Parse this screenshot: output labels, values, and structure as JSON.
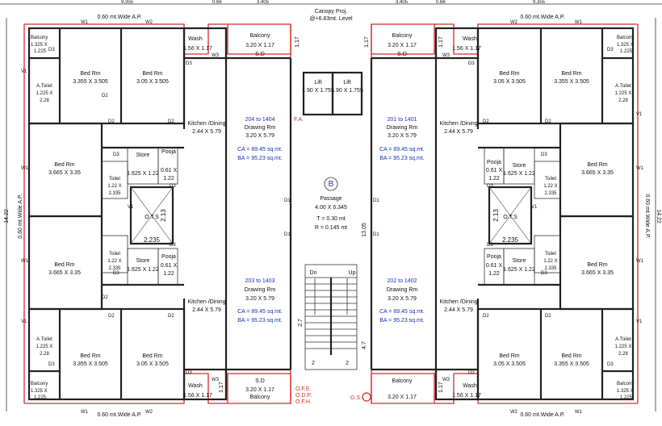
{
  "colors": {
    "wall": "#222222",
    "outline": "#d62a2a",
    "area_text": "#1a2fb0",
    "service_text": "#c0392b"
  },
  "top": {
    "canopy_l1": "Canopy Proj.",
    "canopy_l2": "@+6.83mt. Level",
    "dim_left": "9.355",
    "dim_mid_l": "3.405",
    "dim_mid_r": "3.405",
    "dim_right": "9.355",
    "dim_small_l": "0.66",
    "dim_small_r": "0.66"
  },
  "side": {
    "left_label": "0.60 mt.Wide A.P.",
    "right_label": "0.60 mt.Wide A.P.",
    "height_dim": "14.22"
  },
  "ap_labels": {
    "top_left": "0.60 mt.Wide A.P.",
    "top_right": "0.60 mt.Wide A.P.",
    "bottom_left": "0.60 mt.Wide A.P.",
    "bottom_right": "0.60 mt.Wide A.P."
  },
  "units_tl": {
    "balcony": [
      "Balcony",
      "1.325 X",
      "1.225"
    ],
    "bed1": [
      "Bed Rm",
      "3.355 X 3.505"
    ],
    "bed2": [
      "Bed Rm",
      "3.05 X 3.505"
    ],
    "wash": [
      "Wash",
      "1.56 X 1.17"
    ],
    "atoilet": [
      "A.Toilet",
      "1.225 X",
      "2.28"
    ],
    "kitchen": [
      "Kitchen /Dining",
      "2.44 X 5.79"
    ],
    "bed3": [
      "Bed Rm",
      "3.665 X 3.35"
    ],
    "store": [
      "Store",
      "1.625 X 1.22"
    ],
    "pooja": [
      "Pooja",
      "0.61 X",
      "1.22"
    ],
    "toilet": [
      "Toilet",
      "1.22 X",
      "2.335"
    ]
  },
  "middle": {
    "balcony": [
      "Balcony",
      "3.20 X 1.17"
    ],
    "sd": "S.D",
    "lift": [
      "Lift",
      "1.90 X 1.755"
    ],
    "fa": "F.A.",
    "passage": [
      "Passage",
      "4.00 X 6.345"
    ],
    "circle_letter": "B",
    "thickness": [
      "T = 0.30 mt",
      "R = 0.145 mt"
    ],
    "dn": "Dn",
    "up": "Up",
    "stair_dim": "2.7",
    "stair_w1": "2",
    "stair_w2": "2",
    "stair_side": "4.7",
    "passage_len": "13.05",
    "ofe": [
      "O.F.E.",
      "O.D.P.",
      "O.F.H."
    ],
    "gs": "G.S",
    "balcony_dim_v": "1.17"
  },
  "flats": {
    "tl": {
      "range": "204 to 1404",
      "room": "Drawing Rm",
      "size": "3.20 X 5.79",
      "ca": "CA = 89.45 sq.mt.",
      "ba": "BA = 95.23 sq.mt."
    },
    "tr": {
      "range": "201 to 1401",
      "room": "Drawing Rm",
      "size": "3.20 X 5.79",
      "ca": "CA = 89.45 sq.mt.",
      "ba": "BA = 95.23 sq.mt."
    },
    "bl": {
      "range": "203 to 1403",
      "room": "Drawing Rm",
      "size": "3.20 X 5.79",
      "ca": "CA = 89.45 sq.mt.",
      "ba": "BA = 95.23 sq.mt."
    },
    "br": {
      "range": "202 to 1402",
      "room": "Drawing Rm",
      "size": "3.20 X 5.79",
      "ca": "CA = 89.45 sq.mt.",
      "ba": "BA = 95.23 sq.mt."
    }
  },
  "ots": {
    "label": "O.T.S",
    "w": "2.235",
    "h": "2.13"
  },
  "tags": {
    "w1": "W1",
    "w2": "W2",
    "w3": "W3",
    "d1": "D1",
    "d2": "D2",
    "d3": "D3",
    "v1": "V1"
  }
}
